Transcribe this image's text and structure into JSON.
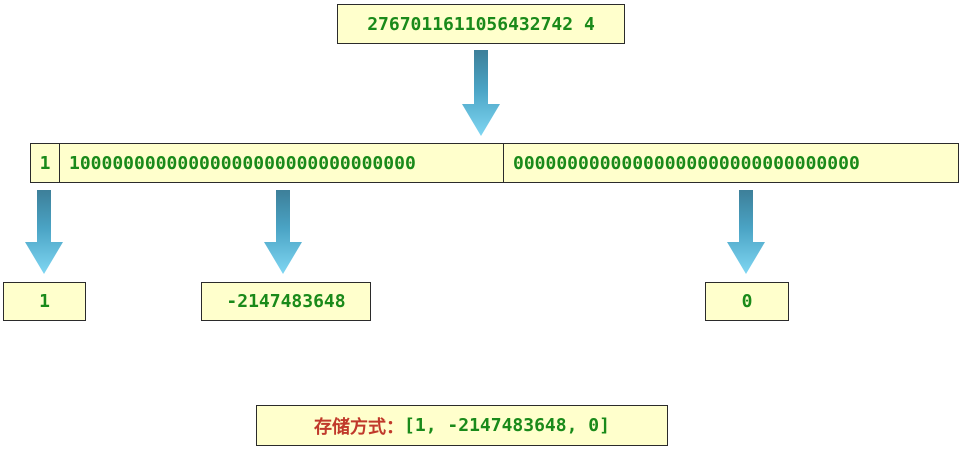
{
  "colors": {
    "box_fill": "#ffffcc",
    "box_border": "#2b2b2b",
    "value_text": "#1a8a1a",
    "label_text": "#c0392b",
    "arrow": "#5bc4e6"
  },
  "input_number": "2767011611056432742 4",
  "binary": {
    "sign_bit": "1",
    "high_bits": "10000000000000000000000000000000",
    "low_bits": "00000000000000000000000000000000"
  },
  "outputs": {
    "sign": "1",
    "high": "-2147483648",
    "low": "0"
  },
  "storage": {
    "label": "存储方式：",
    "value": "[1, -2147483648, 0]"
  }
}
